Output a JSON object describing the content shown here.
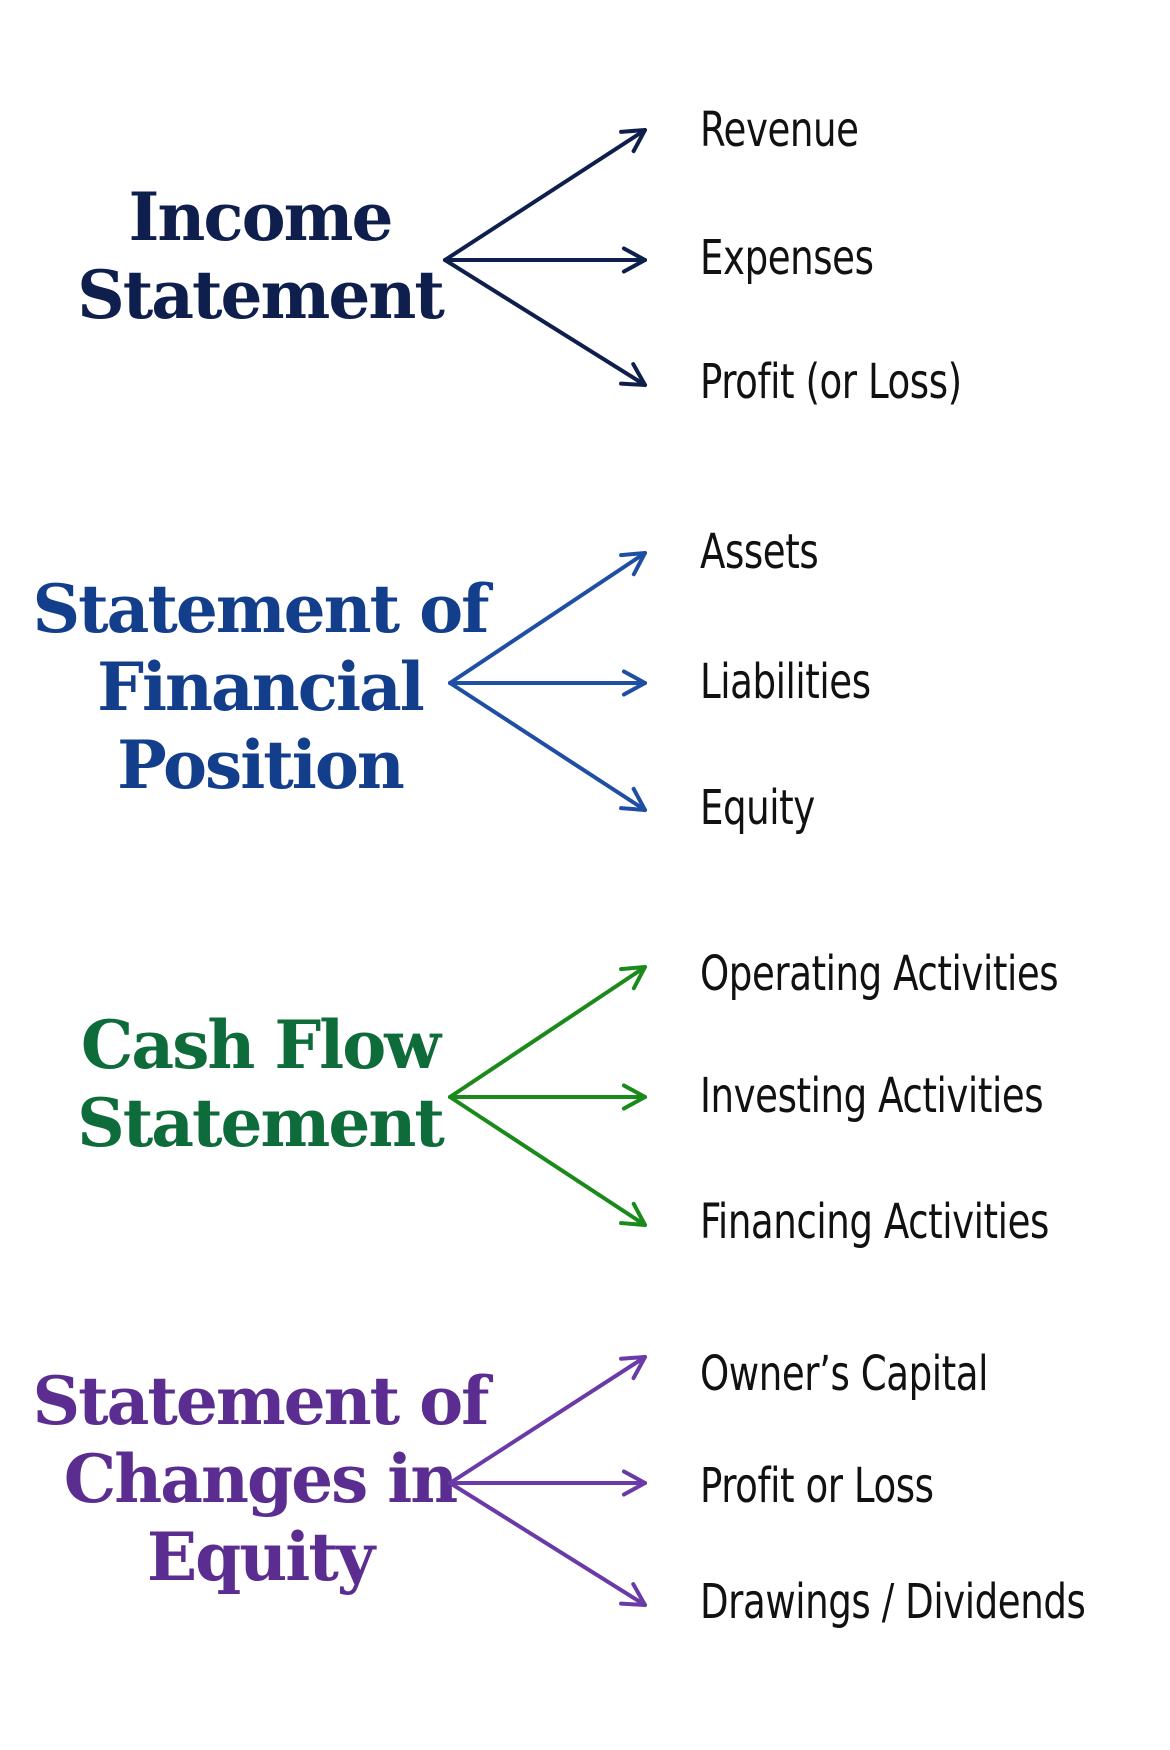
{
  "sections": [
    {
      "title_lines": [
        "Income",
        "Statement"
      ],
      "color": "#0f1f4d",
      "items": [
        "Revenue",
        "Expenses",
        "Profit (or Loss)"
      ]
    },
    {
      "title_lines": [
        "Statement of",
        "Financial",
        "Position"
      ],
      "color": "#123e8c",
      "items": [
        "Assets",
        "Liabilities",
        "Equity"
      ]
    },
    {
      "title_lines": [
        "Cash Flow",
        "Statement"
      ],
      "color": "#0e6b3a",
      "items": [
        "Operating Activities",
        "Investing Activities",
        "Financing Activities"
      ]
    },
    {
      "title_lines": [
        "Statement of",
        "Changes in",
        "Equity"
      ],
      "color": "#5b2d91",
      "items": [
        "Owner’s Capital",
        "Profit or Loss",
        "Drawings / Dividends"
      ]
    }
  ],
  "arrow_colors": [
    "#0f1f4d",
    "#1f4fa3",
    "#1a8a1a",
    "#6a3aa6"
  ]
}
